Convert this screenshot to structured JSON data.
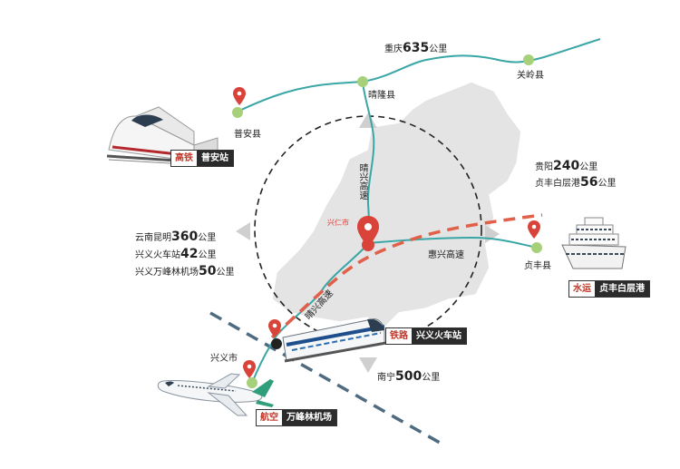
{
  "places": {
    "puan": "普安县",
    "qinglong": "晴隆县",
    "guanling": "关岭县",
    "zhenfeng": "贞丰县",
    "xingyi": "兴义市",
    "xingren": "兴仁市"
  },
  "roads": {
    "qingxing_v": "晴兴高速",
    "qingxing_d": "晴兴高速",
    "huixing": "惠兴高速"
  },
  "distances": {
    "chongqing": {
      "name": "重庆",
      "num": "635",
      "unit": "公里"
    },
    "guiyang": {
      "name": "贵阳",
      "num": "240",
      "unit": "公里"
    },
    "zhenfeng_port": {
      "name": "贞丰白层港",
      "num": "56",
      "unit": "公里"
    },
    "kunming": {
      "name": "云南昆明",
      "num": "360",
      "unit": "公里"
    },
    "xingyi_station": {
      "name": "兴义火车站",
      "num": "42",
      "unit": "公里"
    },
    "airport": {
      "name": "兴义万峰林机场",
      "num": "50",
      "unit": "公里"
    },
    "nanning": {
      "name": "南宁",
      "num": "500",
      "unit": "公里"
    }
  },
  "badges": {
    "highspeed": {
      "kind": "高铁",
      "name": "普安站"
    },
    "water": {
      "kind": "水运",
      "name": "贞丰白层港"
    },
    "rail": {
      "kind": "铁路",
      "name": "兴义火车站"
    },
    "air": {
      "kind": "航空",
      "name": "万峰林机场"
    }
  },
  "colors": {
    "route": "#3aa6a6",
    "rail_dash": "#e0604a",
    "gray_dash": "#4f6b80",
    "pin": "#d9433a",
    "node": "#a6d07a",
    "region": "#e4e4e4"
  },
  "icons": [
    "high-speed-train-icon",
    "ferry-ship-icon",
    "passenger-train-icon",
    "airplane-icon",
    "map-pin-icon"
  ]
}
